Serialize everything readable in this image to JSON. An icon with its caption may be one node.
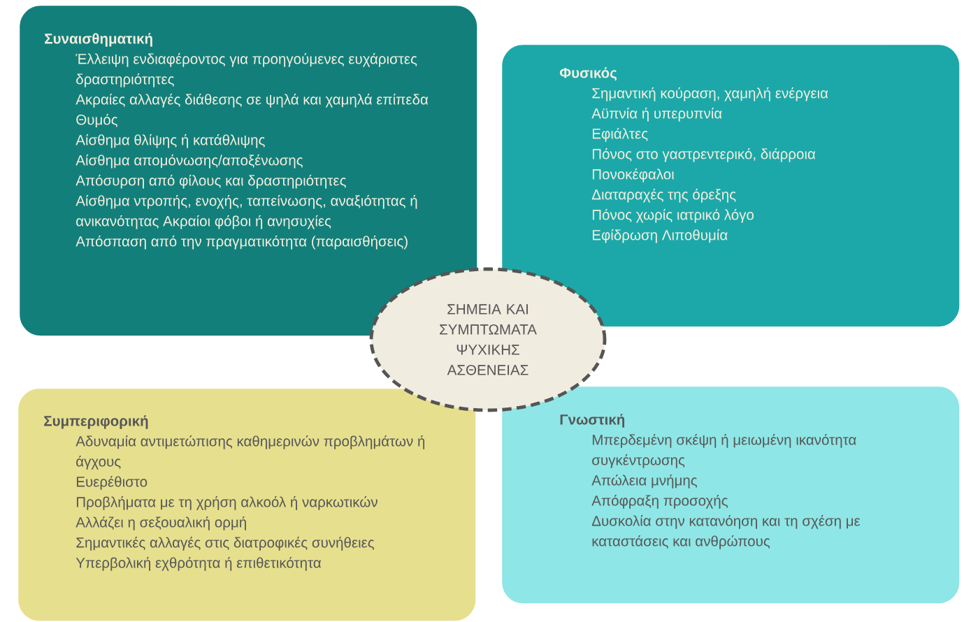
{
  "diagram": {
    "nodes": [
      {
        "text": [
          "Συναισθηματική",
          "Έλλειψη ενδιαφέροντος για προηγούμενες ευχάριστες δραστηριότητες",
          "Ακραίες αλλαγές διάθεσης σε ψηλά και χαμηλά επίπεδα",
          "Θυμός",
          "Αίσθημα θλίψης ή κατάθλιψης",
          "Αίσθημα απομόνωσης/αποξένωσης",
          "Απόσυρση από φίλους και δραστηριότητες",
          "Αίσθημα ντροπής, ενοχής, ταπείνωσης, αναξιότητας ή ανικανότητας Ακραίοι φόβοι ή ανησυχίες",
          "Απόσπαση από την πραγματικότητα (παραισθήσεις)"
        ]
      },
      {
        "text": [
          "Φυσικός",
          "Σημαντική κούραση, χαμηλή ενέργεια",
          "Αϋπνία ή υπερυπνία",
          "Εφιάλτες",
          "Πόνος στο γαστρεντερικό, διάρροια",
          "Πονοκέφαλοι",
          "Διαταραχές της όρεξης",
          "Πόνος χωρίς ιατρικό λόγο",
          "Εφίδρωση Λιποθυμία"
        ]
      },
      {
        "text": [
          "Συμπεριφορική",
          "Αδυναμία αντιμετώπισης καθημερινών προβλημάτων ή άγχους",
          "Ευερέθιστο",
          "Προβλήματα με τη χρήση αλκοόλ ή ναρκωτικών",
          "Αλλάζει η σεξουαλική ορμή",
          "Σημαντικές αλλαγές στις διατροφικές συνήθειες",
          "Υπερβολική εχθρότητα ή επιθετικότητα"
        ]
      },
      {
        "text": [
          "Γνωστική",
          "Μπερδεμένη σκέψη ή μειωμένη ικανότητα συγκέντρωσης",
          "Απώλεια μνήμης",
          "Απόφραξη προσοχής",
          "Δυσκολία στην κατανόηση και τη σχέση με καταστάσεις και ανθρώπους"
        ]
      },
      {
        "text": [
          "ΣΗΜΕΙΑ ΚΑΙ ΣΥΜΠΤΩΜΑΤΑ ΨΥΧΙΚΗΣ ΑΣΘΕΝΕΙΑΣ"
        ]
      }
    ]
  }
}
